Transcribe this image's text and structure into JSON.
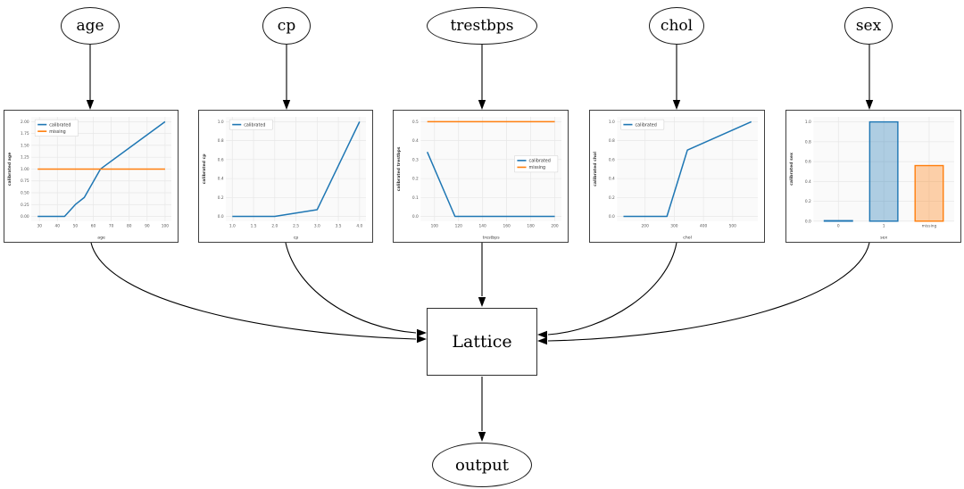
{
  "diagram": {
    "inputs": [
      {
        "label": "age"
      },
      {
        "label": "cp"
      },
      {
        "label": "trestbps"
      },
      {
        "label": "chol"
      },
      {
        "label": "sex"
      }
    ],
    "lattice_label": "Lattice",
    "output_label": "output",
    "edges": [
      {
        "from": "age",
        "to": "age-calibrator"
      },
      {
        "from": "cp",
        "to": "cp-calibrator"
      },
      {
        "from": "trestbps",
        "to": "trestbps-calibrator"
      },
      {
        "from": "chol",
        "to": "chol-calibrator"
      },
      {
        "from": "sex",
        "to": "sex-calibrator"
      },
      {
        "from": "age-calibrator",
        "to": "lattice"
      },
      {
        "from": "cp-calibrator",
        "to": "lattice"
      },
      {
        "from": "trestbps-calibrator",
        "to": "lattice"
      },
      {
        "from": "chol-calibrator",
        "to": "lattice"
      },
      {
        "from": "sex-calibrator",
        "to": "lattice"
      },
      {
        "from": "lattice",
        "to": "output"
      }
    ]
  },
  "colors": {
    "calibrated": "#1f77b4",
    "missing": "#ff7f0e",
    "edge_line": "#000000",
    "grid": "#e7e7e7",
    "plot_bg": "#fafafa",
    "tick_text": "#555555",
    "axis_label_text": "#333333"
  },
  "chart_data": [
    {
      "type": "line",
      "xlabel": "age",
      "ylabel": "calibrated age",
      "xlim": [
        25.5,
        103.5
      ],
      "ylim": [
        -0.1,
        2.1
      ],
      "xticks": [
        30,
        40,
        50,
        60,
        70,
        80,
        90,
        100
      ],
      "xtick_labels": [
        "30",
        "40",
        "50",
        "60",
        "70",
        "80",
        "90",
        "100"
      ],
      "yticks": [
        0,
        0.25,
        0.5,
        0.75,
        1.0,
        1.25,
        1.5,
        1.75,
        2.0
      ],
      "ytick_labels": [
        "0.00",
        "0.25",
        "0.50",
        "0.75",
        "1.00",
        "1.25",
        "1.50",
        "1.75",
        "2.00"
      ],
      "legend": {
        "position": "upper-left",
        "entries": [
          {
            "label": "calibrated",
            "color": "#1f77b4"
          },
          {
            "label": "missing",
            "color": "#ff7f0e"
          }
        ]
      },
      "series": [
        {
          "name": "calibrated",
          "color": "#1f77b4",
          "x": [
            29,
            44,
            50,
            55,
            64,
            100
          ],
          "y": [
            0,
            0,
            0.25,
            0.4,
            1.0,
            2.0
          ]
        },
        {
          "name": "missing",
          "color": "#ff7f0e",
          "x": [
            29,
            100
          ],
          "y": [
            1.0,
            1.0
          ]
        }
      ]
    },
    {
      "type": "line",
      "xlabel": "cp",
      "ylabel": "calibrated cp",
      "xlim": [
        0.85,
        4.15
      ],
      "ylim": [
        -0.05,
        1.05
      ],
      "xticks": [
        1.0,
        1.5,
        2.0,
        2.5,
        3.0,
        3.5,
        4.0
      ],
      "xtick_labels": [
        "1.0",
        "1.5",
        "2.0",
        "2.5",
        "3.0",
        "3.5",
        "4.0"
      ],
      "yticks": [
        0,
        0.2,
        0.4,
        0.6,
        0.8,
        1.0
      ],
      "ytick_labels": [
        "0.0",
        "0.2",
        "0.4",
        "0.6",
        "0.8",
        "1.0"
      ],
      "legend": {
        "position": "upper-left",
        "entries": [
          {
            "label": "calibrated",
            "color": "#1f77b4"
          }
        ]
      },
      "series": [
        {
          "name": "calibrated",
          "color": "#1f77b4",
          "x": [
            1.0,
            2.0,
            3.0,
            4.0
          ],
          "y": [
            0,
            0,
            0.07,
            1.0
          ]
        }
      ]
    },
    {
      "type": "line",
      "xlabel": "trestbps",
      "ylabel": "calibrated trestbps",
      "xlim": [
        88.5,
        205.5
      ],
      "ylim": [
        -0.025,
        0.525
      ],
      "xticks": [
        100,
        120,
        140,
        160,
        180,
        200
      ],
      "xtick_labels": [
        "100",
        "120",
        "140",
        "160",
        "180",
        "200"
      ],
      "yticks": [
        0,
        0.1,
        0.2,
        0.3,
        0.4,
        0.5
      ],
      "ytick_labels": [
        "0.0",
        "0.1",
        "0.2",
        "0.3",
        "0.4",
        "0.5"
      ],
      "legend": {
        "position": "center-right",
        "entries": [
          {
            "label": "calibrated",
            "color": "#1f77b4"
          },
          {
            "label": "missing",
            "color": "#ff7f0e"
          }
        ]
      },
      "series": [
        {
          "name": "calibrated",
          "color": "#1f77b4",
          "x": [
            94,
            117,
            200
          ],
          "y": [
            0.34,
            0,
            0
          ]
        },
        {
          "name": "missing",
          "color": "#ff7f0e",
          "x": [
            94,
            200
          ],
          "y": [
            0.5,
            0.5
          ]
        }
      ]
    },
    {
      "type": "line",
      "xlabel": "chol",
      "ylabel": "calibrated chol",
      "xlim": [
        104,
        586
      ],
      "ylim": [
        -0.05,
        1.05
      ],
      "xticks": [
        200,
        300,
        400,
        500
      ],
      "xtick_labels": [
        "200",
        "300",
        "400",
        "500"
      ],
      "yticks": [
        0,
        0.2,
        0.4,
        0.6,
        0.8,
        1.0
      ],
      "ytick_labels": [
        "0.0",
        "0.2",
        "0.4",
        "0.6",
        "0.8",
        "1.0"
      ],
      "legend": {
        "position": "upper-left",
        "entries": [
          {
            "label": "calibrated",
            "color": "#1f77b4"
          }
        ]
      },
      "series": [
        {
          "name": "calibrated",
          "color": "#1f77b4",
          "x": [
            126,
            275,
            345,
            564
          ],
          "y": [
            0,
            0,
            0.7,
            1.0
          ]
        }
      ]
    },
    {
      "type": "bar",
      "xlabel": "sex",
      "ylabel": "calibrated sex",
      "categories": [
        "0",
        "1",
        "missing"
      ],
      "values": [
        0.005,
        1.0,
        0.56
      ],
      "bar_colors": [
        "#1f77b4",
        "#1f77b4",
        "#ff7f0e"
      ],
      "ylim": [
        0,
        1.05
      ],
      "yticks": [
        0,
        0.2,
        0.4,
        0.6,
        0.8,
        1.0
      ],
      "ytick_labels": [
        "0.0",
        "0.2",
        "0.4",
        "0.6",
        "0.8",
        "1.0"
      ]
    }
  ]
}
